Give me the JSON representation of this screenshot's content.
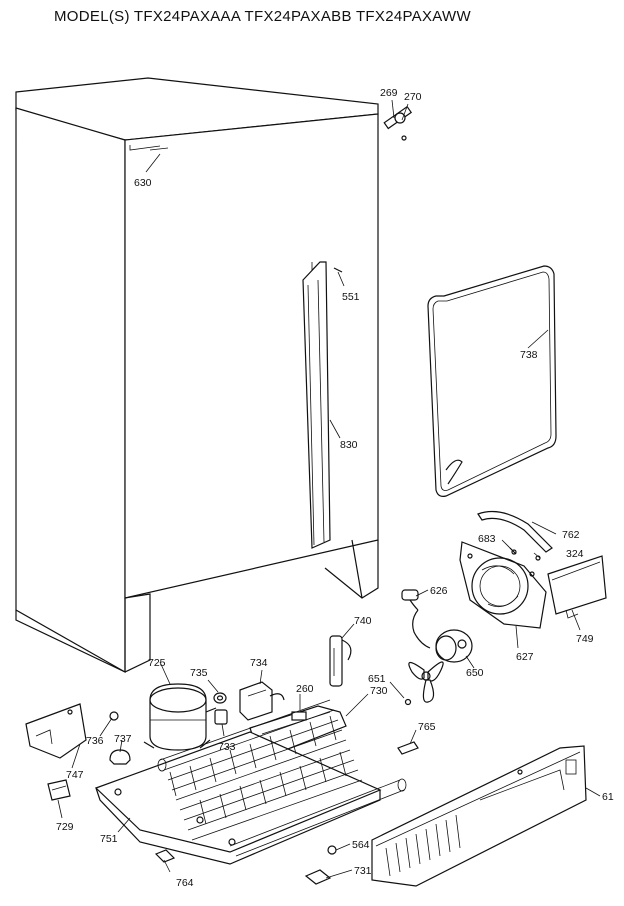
{
  "header": {
    "title": "MODEL(S) TFX24PAXAAA  TFX24PAXABB  TFX24PAXAWW"
  },
  "parts": [
    {
      "id": "269",
      "label": "269"
    },
    {
      "id": "270",
      "label": "270"
    },
    {
      "id": "630",
      "label": "630"
    },
    {
      "id": "551",
      "label": "551"
    },
    {
      "id": "738",
      "label": "738"
    },
    {
      "id": "830",
      "label": "830"
    },
    {
      "id": "762",
      "label": "762"
    },
    {
      "id": "683",
      "label": "683"
    },
    {
      "id": "324",
      "label": "324"
    },
    {
      "id": "626",
      "label": "626"
    },
    {
      "id": "749",
      "label": "749"
    },
    {
      "id": "627",
      "label": "627"
    },
    {
      "id": "740",
      "label": "740"
    },
    {
      "id": "650",
      "label": "650"
    },
    {
      "id": "725",
      "label": "725"
    },
    {
      "id": "735",
      "label": "735"
    },
    {
      "id": "734",
      "label": "734"
    },
    {
      "id": "651",
      "label": "651"
    },
    {
      "id": "260",
      "label": "260"
    },
    {
      "id": "730",
      "label": "730"
    },
    {
      "id": "733",
      "label": "733"
    },
    {
      "id": "765",
      "label": "765"
    },
    {
      "id": "736",
      "label": "736"
    },
    {
      "id": "737",
      "label": "737"
    },
    {
      "id": "747",
      "label": "747"
    },
    {
      "id": "61",
      "label": "61"
    },
    {
      "id": "729",
      "label": "729"
    },
    {
      "id": "751",
      "label": "751"
    },
    {
      "id": "564",
      "label": "564"
    },
    {
      "id": "764",
      "label": "764"
    },
    {
      "id": "731",
      "label": "731"
    }
  ]
}
